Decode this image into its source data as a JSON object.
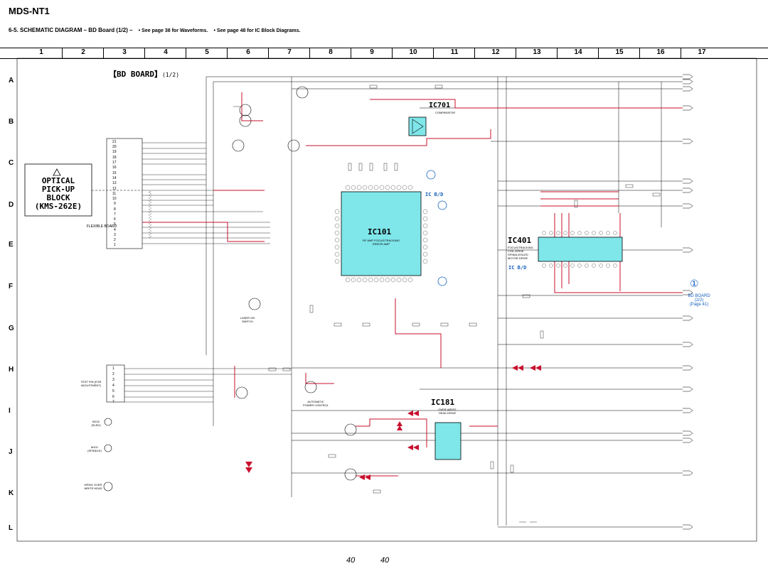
{
  "model": "MDS-NT1",
  "heading": {
    "section": "6-5.  SCHEMATIC  DIAGRAM  – BD Board (1/2) –",
    "note_waveforms": "• See page 38 for Waveforms.",
    "note_ic_block": "• See page 48 for IC Block Diagrams."
  },
  "columns": [
    "1",
    "2",
    "3",
    "4",
    "5",
    "6",
    "7",
    "8",
    "9",
    "10",
    "11",
    "12",
    "13",
    "14",
    "15",
    "16",
    "17"
  ],
  "rows": [
    "A",
    "B",
    "C",
    "D",
    "E",
    "F",
    "G",
    "H",
    "I",
    "J",
    "K",
    "L"
  ],
  "board_title": "【BD BOARD】",
  "board_sub": "(1/2)",
  "optical_block": [
    "OPTICAL",
    "PICK-UP",
    "BLOCK",
    "(KMS-262E)"
  ],
  "flexible_board": "FLEXIBLE BOARD",
  "ic_labels": {
    "ic701": "IC701",
    "ic101": "IC101",
    "ic401": "IC401",
    "ic181": "IC181",
    "ic_bd_1": "IC B/D",
    "ic_bd_2": "IC B/D"
  },
  "ic_subtitles": {
    "ic701": "COMPARATOR",
    "ic101": "RF AMP FOCUS/TRACKING ERROR AMP",
    "ic401": "FOCUS/TRACKING COIL DRIVE SPINDLE/SLED MOTOR DRIVE",
    "ic181": "OVER WRITE HEAD DRIVE"
  },
  "connector_pins": [
    "21",
    "20",
    "19",
    "18",
    "17",
    "16",
    "15",
    "14",
    "13",
    "12",
    "11",
    "10",
    "9",
    "8",
    "7",
    "6",
    "5",
    "4",
    "3",
    "2",
    "1"
  ],
  "connector_pins_lower": [
    "1",
    "2",
    "3",
    "4",
    "5",
    "6",
    "7"
  ],
  "switch_labels": {
    "test_pin": "TEST PIN (FOR ADJUSTMENT)",
    "sled": "M102 (SLED)",
    "spindle": "M101 (SPINDLE)",
    "head": "HR901 OVER WRITE HEAD",
    "laser_on": "LASER ON SWITCH",
    "auto_power": "AUTOMATIC POWER CONTROL"
  },
  "ref": {
    "circle": "①",
    "text_line1": "BD BOARD",
    "text_line2": "(2/2)",
    "text_line3": "(Page 41)"
  },
  "page_numbers": [
    "40",
    "40"
  ],
  "colors": {
    "wire": "#000000",
    "signal": "#c8102e",
    "ic_fill": "#7fe6ea",
    "ic_label": "#1560bd"
  }
}
